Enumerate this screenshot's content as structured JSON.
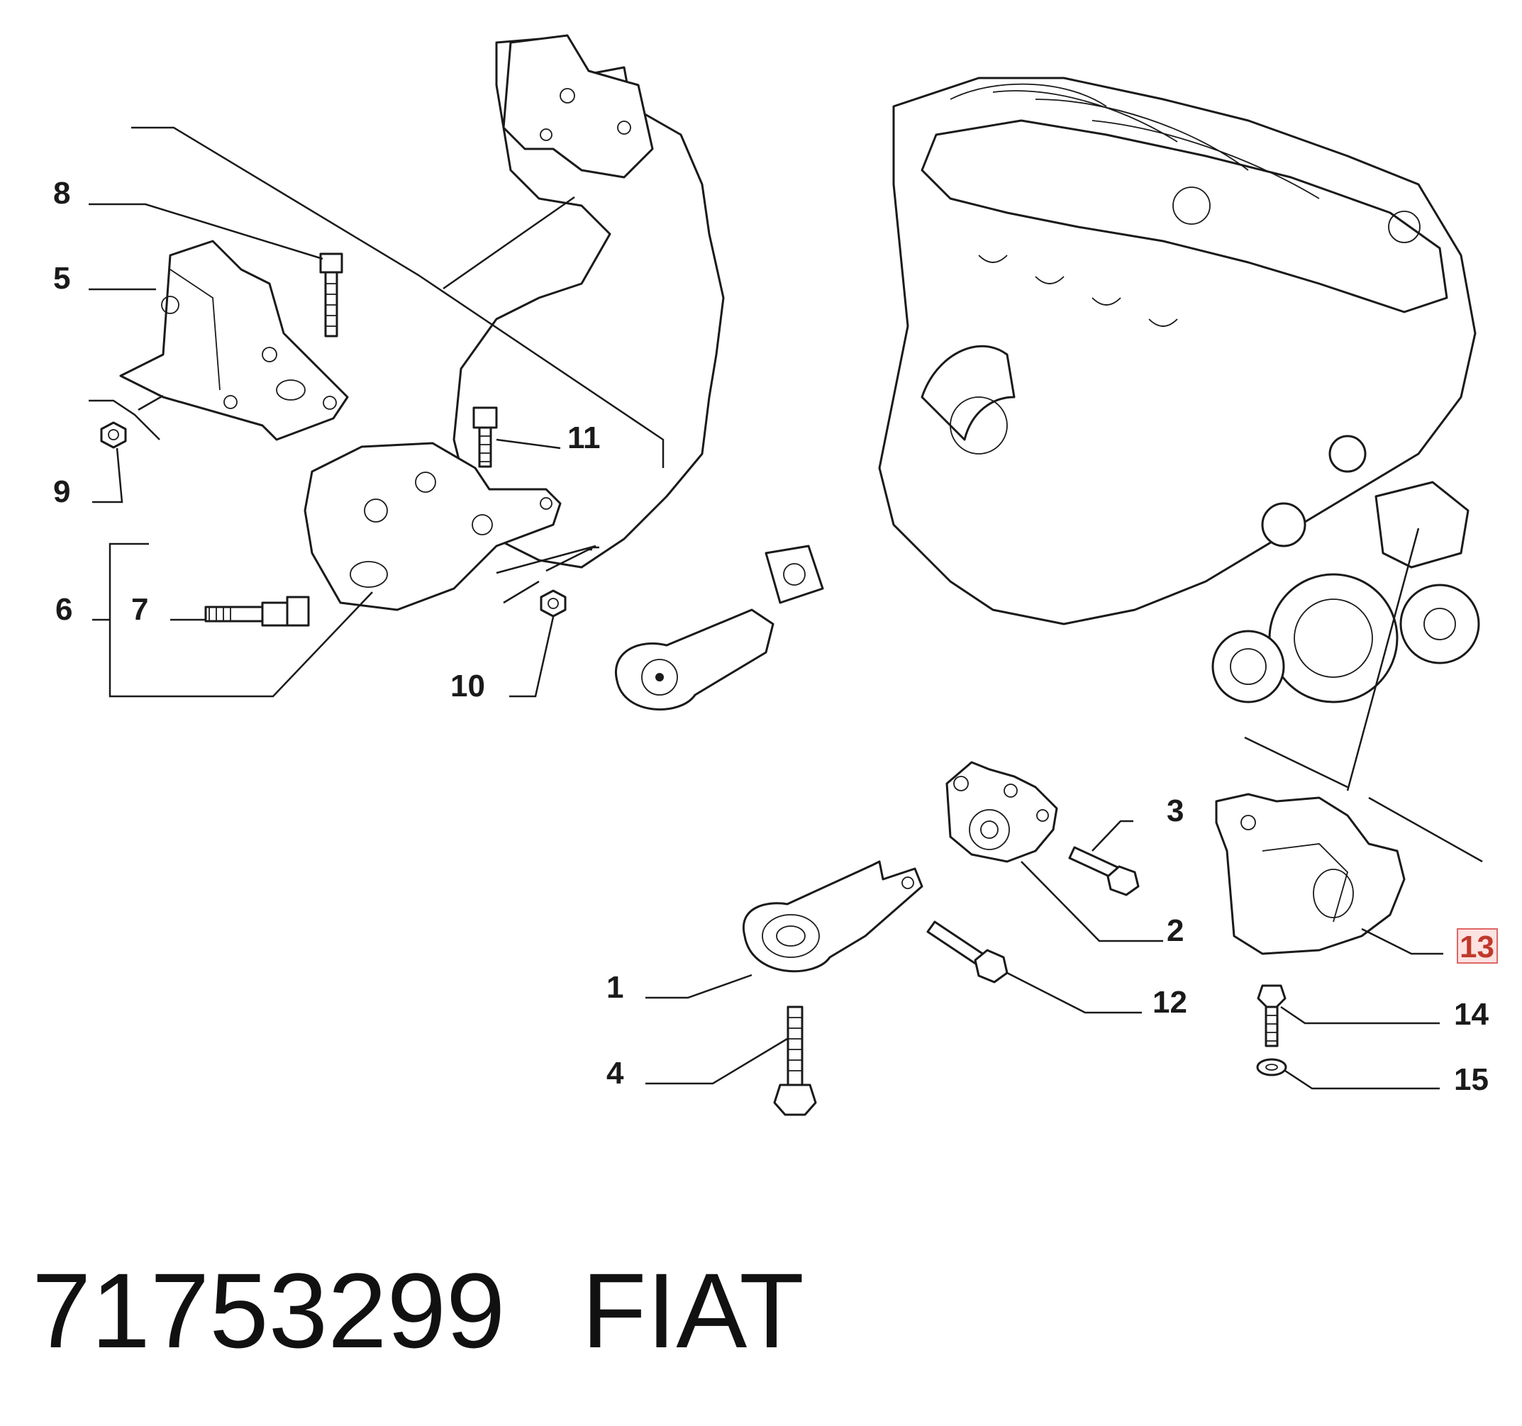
{
  "callouts": {
    "c1": "1",
    "c2": "2",
    "c3": "3",
    "c4": "4",
    "c5": "5",
    "c6": "6",
    "c7": "7",
    "c8": "8",
    "c9": "9",
    "c10": "10",
    "c11": "11",
    "c12": "12",
    "c13": "13",
    "c14": "14",
    "c15": "15"
  },
  "highlighted_callout": "13",
  "highlight_color": "#e06666",
  "footer": {
    "part_number": "71753299",
    "brand": "FIAT"
  }
}
